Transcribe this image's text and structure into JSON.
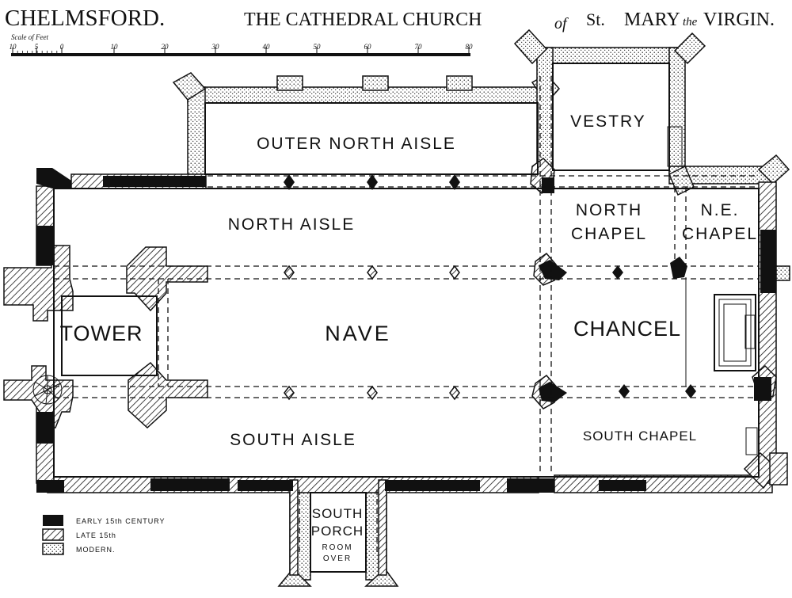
{
  "title": {
    "place": "CHELMSFORD.",
    "church": "THE CATHEDRAL CHURCH",
    "of": "of",
    "saint": "St.",
    "name": "MARY",
    "the": "the",
    "virgin": "VIRGIN."
  },
  "scale": {
    "caption": "Scale of Feet",
    "ticks": [
      "10",
      "5",
      "0",
      "10",
      "20",
      "30",
      "40",
      "50",
      "60",
      "70",
      "80"
    ]
  },
  "rooms": {
    "outer_north_aisle": "OUTER NORTH AISLE",
    "vestry": "VESTRY",
    "north_aisle": "NORTH AISLE",
    "north_chapel_1": "NORTH",
    "north_chapel_2": "CHAPEL",
    "ne_chapel_1": "N.E.",
    "ne_chapel_2": "CHAPEL",
    "tower": "TOWER",
    "nave": "NAVE",
    "chancel": "CHANCEL",
    "south_aisle": "SOUTH AISLE",
    "south_chapel": "SOUTH CHAPEL",
    "south_porch_1": "SOUTH",
    "south_porch_2": "PORCH",
    "room_over_1": "ROOM",
    "room_over_2": "OVER"
  },
  "legend": [
    {
      "label": "EARLY 15th CENTURY",
      "style": "solid-black"
    },
    {
      "label": "LATE 15th",
      "style": "hatched"
    },
    {
      "label": "MODERN.",
      "style": "dotted"
    }
  ],
  "colors": {
    "ink": "#111111",
    "paper": "#ffffff"
  }
}
